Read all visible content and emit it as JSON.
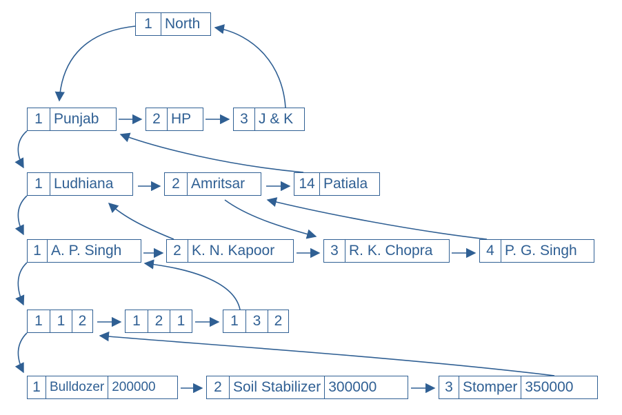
{
  "colors": {
    "line": "#2f5f93",
    "text": "#2f5f93",
    "background": "#ffffff"
  },
  "nodes": {
    "north": {
      "cells": [
        "1",
        "North"
      ]
    },
    "punjab": {
      "cells": [
        "1",
        "Punjab"
      ]
    },
    "hp": {
      "cells": [
        "2",
        "HP"
      ]
    },
    "jk": {
      "cells": [
        "3",
        "J & K"
      ]
    },
    "ludhiana": {
      "cells": [
        "1",
        "Ludhiana"
      ]
    },
    "amritsar": {
      "cells": [
        "2",
        "Amritsar"
      ]
    },
    "patiala": {
      "cells": [
        "14",
        "Patiala"
      ]
    },
    "apsingh": {
      "cells": [
        "1",
        "A. P. Singh"
      ]
    },
    "knkapoor": {
      "cells": [
        "2",
        "K. N. Kapoor"
      ]
    },
    "rkchopra": {
      "cells": [
        "3",
        "R. K. Chopra"
      ]
    },
    "pgsingh": {
      "cells": [
        "4",
        "P. G. Singh"
      ]
    },
    "code112": {
      "cells": [
        "1",
        "1",
        "2"
      ]
    },
    "code121": {
      "cells": [
        "1",
        "2",
        "1"
      ]
    },
    "code132": {
      "cells": [
        "1",
        "3",
        "2"
      ]
    },
    "bulldozer": {
      "cells": [
        "1",
        "Bulldozer",
        "200000"
      ]
    },
    "soil": {
      "cells": [
        "2",
        "Soil Stabilizer",
        "300000"
      ]
    },
    "stomper": {
      "cells": [
        "3",
        "Stomper",
        "350000"
      ]
    }
  },
  "edges": [
    {
      "from": "north",
      "to": "punjab"
    },
    {
      "from": "jk",
      "to": "north"
    },
    {
      "from": "punjab",
      "to": "hp"
    },
    {
      "from": "hp",
      "to": "jk"
    },
    {
      "from": "punjab",
      "to": "ludhiana"
    },
    {
      "from": "patiala",
      "to": "punjab"
    },
    {
      "from": "ludhiana",
      "to": "amritsar"
    },
    {
      "from": "amritsar",
      "to": "patiala"
    },
    {
      "from": "ludhiana",
      "to": "apsingh"
    },
    {
      "from": "knkapoor",
      "to": "ludhiana"
    },
    {
      "from": "amritsar",
      "to": "rkchopra"
    },
    {
      "from": "pgsingh",
      "to": "amritsar"
    },
    {
      "from": "apsingh",
      "to": "knkapoor"
    },
    {
      "from": "knkapoor",
      "to": "rkchopra"
    },
    {
      "from": "rkchopra",
      "to": "pgsingh"
    },
    {
      "from": "apsingh",
      "to": "code112"
    },
    {
      "from": "code132",
      "to": "apsingh"
    },
    {
      "from": "code112",
      "to": "code121"
    },
    {
      "from": "code121",
      "to": "code132"
    },
    {
      "from": "code112",
      "to": "bulldozer"
    },
    {
      "from": "stomper",
      "to": "code112"
    },
    {
      "from": "bulldozer",
      "to": "soil"
    },
    {
      "from": "soil",
      "to": "stomper"
    }
  ]
}
